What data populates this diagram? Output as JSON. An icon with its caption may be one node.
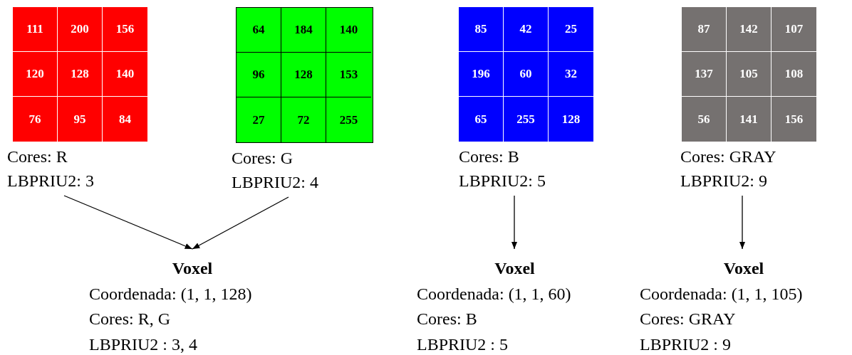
{
  "diagram": {
    "nodes": [
      {
        "text": [
          "Cores: R",
          "LBPRIU2: 3"
        ]
      },
      {
        "text": [
          "Cores: G",
          "LBPRIU2: 4"
        ]
      },
      {
        "text": [
          "Cores: B",
          "LBPRIU2: 5"
        ]
      },
      {
        "text": [
          "Cores: GRAY",
          "LBPRIU2: 9"
        ]
      },
      {
        "text": [
          "Voxel",
          "Coordenada: (1, 1, 128)",
          "Cores: R, G",
          "LBPRIU2 : 3, 4"
        ]
      },
      {
        "text": [
          "Voxel",
          "Coordenada: (1, 1, 60)",
          "Cores: B",
          "LBPRIU2 : 5"
        ]
      },
      {
        "text": [
          "Voxel",
          "Coordenada: (1, 1, 105)",
          "Cores: GRAY",
          "LBPRIU2 : 9"
        ]
      }
    ],
    "edges": [
      {
        "from": 0,
        "to": 4,
        "arrow": "to"
      },
      {
        "from": 1,
        "to": 4,
        "arrow": "to"
      },
      {
        "from": 2,
        "to": 5,
        "arrow": "to"
      },
      {
        "from": 3,
        "to": 6,
        "arrow": "to"
      }
    ],
    "labels": [
      "111",
      "200",
      "156",
      "120",
      "128",
      "140",
      "76",
      "95",
      "84",
      "64",
      "184",
      "140",
      "96",
      "128",
      "153",
      "27",
      "72",
      "255",
      "85",
      "42",
      "25",
      "196",
      "60",
      "32",
      "65",
      "255",
      "128",
      "87",
      "142",
      "107",
      "137",
      "105",
      "108",
      "56",
      "141",
      "156"
    ]
  }
}
